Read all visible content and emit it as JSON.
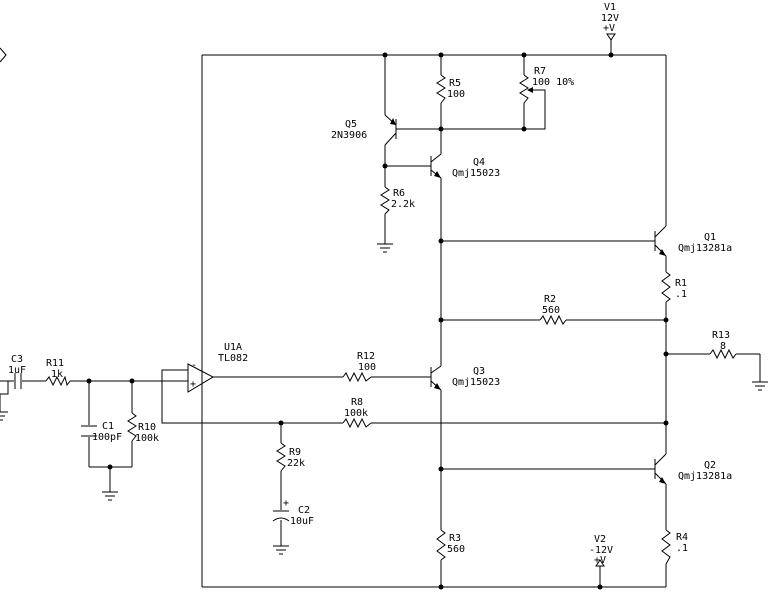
{
  "components": {
    "v1": {
      "ref": "V1",
      "value": "12V",
      "pol": "+V"
    },
    "v2": {
      "ref": "V2",
      "value": "-12V",
      "pol": "+V"
    },
    "c3": {
      "ref": "C3",
      "value": "1uF"
    },
    "r11": {
      "ref": "R11",
      "value": "1k"
    },
    "c1": {
      "ref": "C1",
      "value": "100pF"
    },
    "r10": {
      "ref": "R10",
      "value": "100k"
    },
    "u1a": {
      "ref": "U1A",
      "value": "TL082"
    },
    "r12": {
      "ref": "R12",
      "value": "100"
    },
    "r8": {
      "ref": "R8",
      "value": "100k"
    },
    "r9": {
      "ref": "R9",
      "value": "22k"
    },
    "c2": {
      "ref": "C2",
      "value": "10uF"
    },
    "r3": {
      "ref": "R3",
      "value": "560"
    },
    "q3": {
      "ref": "Q3",
      "value": "Qmj15023"
    },
    "q4": {
      "ref": "Q4",
      "value": "Qmj15023"
    },
    "q5": {
      "ref": "Q5",
      "value": "2N3906"
    },
    "r6": {
      "ref": "R6",
      "value": "2.2k"
    },
    "r5": {
      "ref": "R5",
      "value": "100"
    },
    "r7": {
      "ref": "R7",
      "value": "100 10%"
    },
    "r2": {
      "ref": "R2",
      "value": "560"
    },
    "q1": {
      "ref": "Q1",
      "value": "Qmj13281a"
    },
    "r1": {
      "ref": "R1",
      "value": ".1"
    },
    "r13": {
      "ref": "R13",
      "value": "8"
    },
    "q2": {
      "ref": "Q2",
      "value": "Qmj13281a"
    },
    "r4": {
      "ref": "R4",
      "value": ".1"
    }
  },
  "opamp_pins": {
    "plus": "+",
    "minus": "-"
  },
  "cap_pol": "+"
}
